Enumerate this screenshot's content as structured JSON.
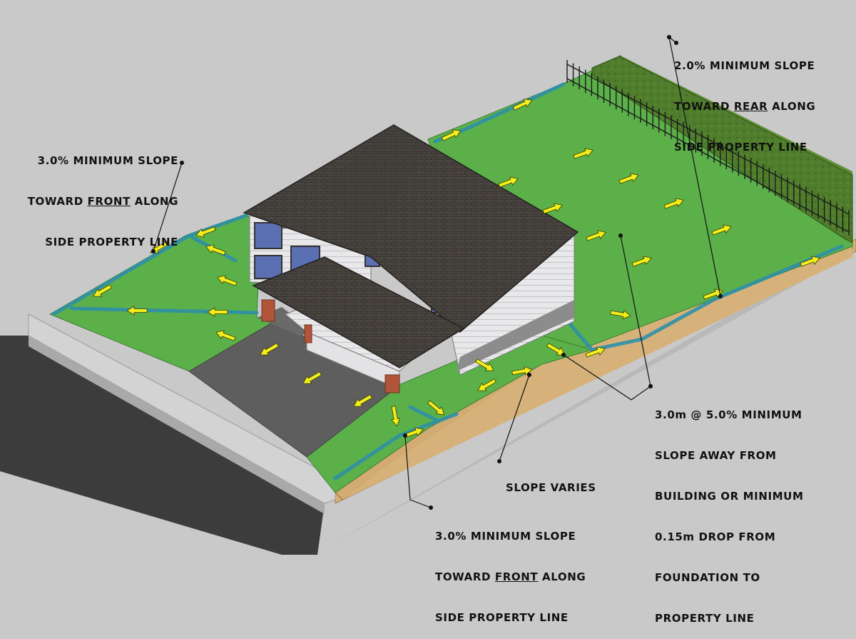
{
  "colors": {
    "background": "#c9c9c9",
    "grass": "#5cb04a",
    "grass_dark": "#4a9a3c",
    "hedge": "#4d7a2a",
    "road": "#3c3c3c",
    "sidewalk": "#cfcfcf",
    "driveway": "#5e5e5e",
    "soil": "#d6b27a",
    "roof": "#4a4541",
    "siding": "#e9e9ea",
    "swale": "#2e8fa8",
    "arrow": "#f2ee1c",
    "brick": "#b0553a"
  },
  "callouts": {
    "top_left": {
      "line1": "3.0% MINIMUM SLOPE",
      "line2_pre": "TOWARD ",
      "line2_u": "FRONT",
      "line2_post": " ALONG",
      "line3": "SIDE PROPERTY LINE"
    },
    "top_right": {
      "line1": "2.0% MINIMUM SLOPE",
      "line2_pre": "TOWARD ",
      "line2_u": "REAR",
      "line2_post": " ALONG",
      "line3": "SIDE PROPERTY LINE"
    },
    "mid_right": {
      "line1": "3.0m @ 5.0% MINIMUM",
      "line2": "SLOPE AWAY FROM",
      "line3": "BUILDING OR MINIMUM",
      "line4": "0.15m DROP FROM",
      "line5": "FOUNDATION TO",
      "line6": "PROPERTY LINE"
    },
    "slope_varies": "SLOPE VARIES",
    "bottom": {
      "line1": "3.0% MINIMUM SLOPE",
      "line2_pre": "TOWARD ",
      "line2_u": "FRONT",
      "line2_post": " ALONG",
      "line3": "SIDE PROPERTY LINE"
    }
  },
  "icons": {
    "flow_arrow": "yellow-drainage-arrow",
    "leader_dot": "callout-leader-dot"
  }
}
